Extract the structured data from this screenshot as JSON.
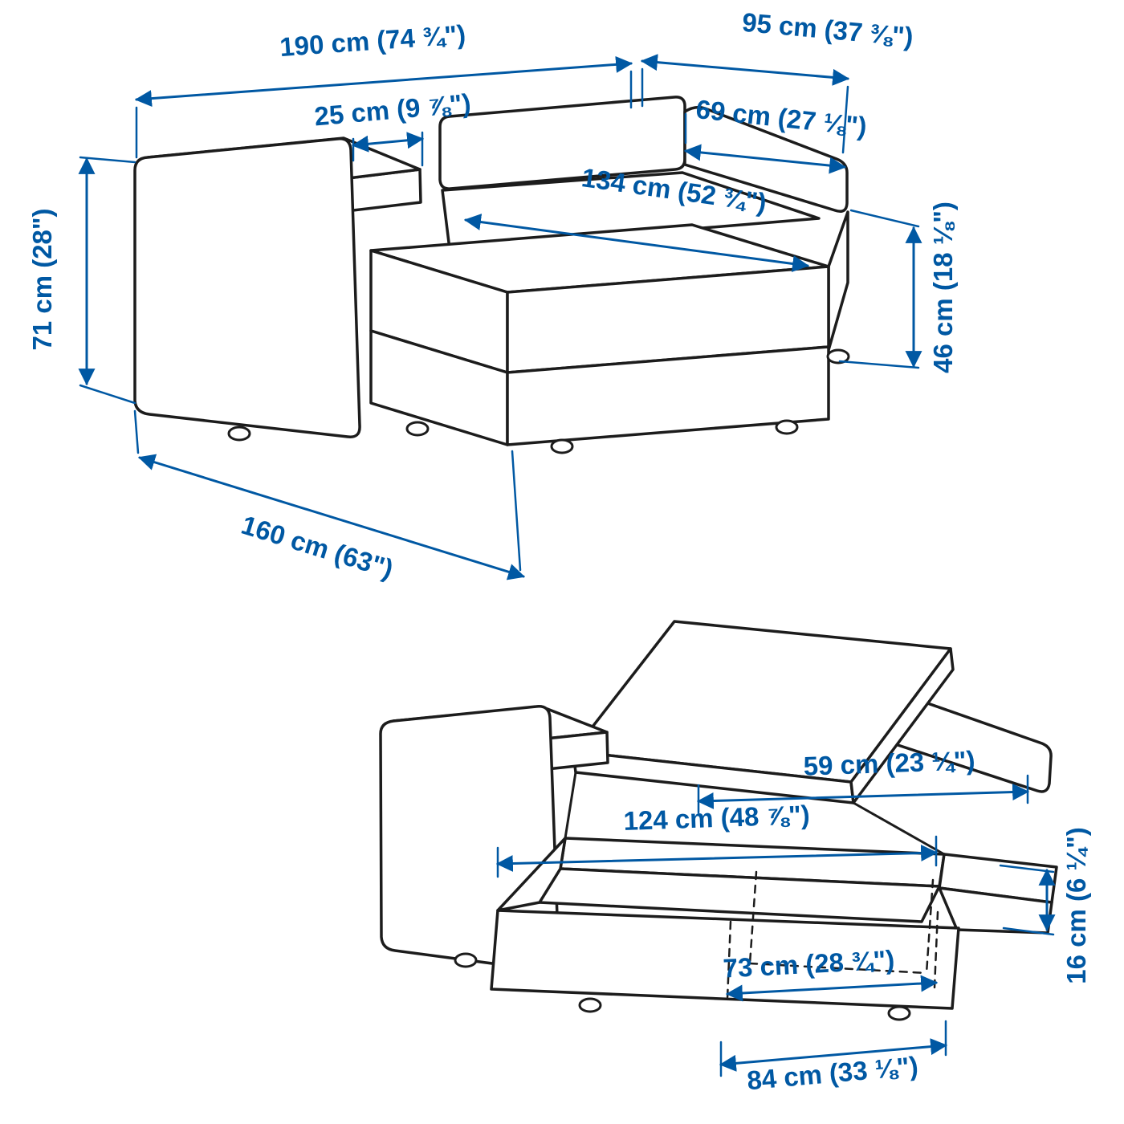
{
  "figure": {
    "kind": "product-dimension-diagram",
    "views": 2
  },
  "colors": {
    "dimension_blue": "#0058a3",
    "line_black": "#1c1c1c",
    "background": "#ffffff"
  },
  "top_view": {
    "name": "chaise-module-exterior-view",
    "labels": {
      "total_width": "190 cm (74 ¾\")",
      "chaise_section_width": "95 cm (37 ⅜\")",
      "armrest_width": "25 cm (9 ⅞\")",
      "backrest_width": "69 cm (27 ⅛\")",
      "seat_depth": "134 cm (52 ¾\")",
      "total_height": "71 cm (28\")",
      "seat_height": "46 cm (18 ⅛\")",
      "total_depth": "160 cm (63\")"
    }
  },
  "bottom_view": {
    "name": "chaise-module-storage-open-view",
    "labels": {
      "lid_width": "59 cm (23 ¼\")",
      "storage_length": "124 cm (48 ⅞\")",
      "storage_height": "16 cm (6 ¼\")",
      "storage_inner_width": "73 cm (28 ¾\")",
      "storage_front_width": "84 cm (33 ⅛\")"
    }
  }
}
